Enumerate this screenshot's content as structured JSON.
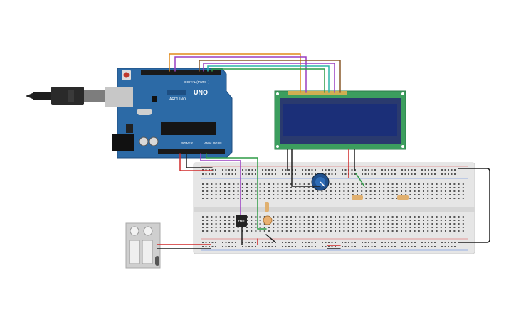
{
  "arduino": {
    "brand_text": "UNO",
    "logo_text": "ARDUINO",
    "digital_label": "DIGITAL (PWM ~)",
    "power_label": "POWER",
    "analog_label": "ANALOG IN",
    "board_color": "#2c6aa6"
  },
  "chip": {
    "label": "TMP"
  },
  "lcd": {
    "bezel_color": "#3c9e5e",
    "screen_color": "#1b2f78"
  },
  "wire_colors": {
    "orange": "#e08a1a",
    "purple": "#9a3fc2",
    "teal": "#2cb5a8",
    "green": "#2e9c46",
    "brown": "#8a5a2b",
    "red": "#d12a2a",
    "black": "#202020"
  }
}
